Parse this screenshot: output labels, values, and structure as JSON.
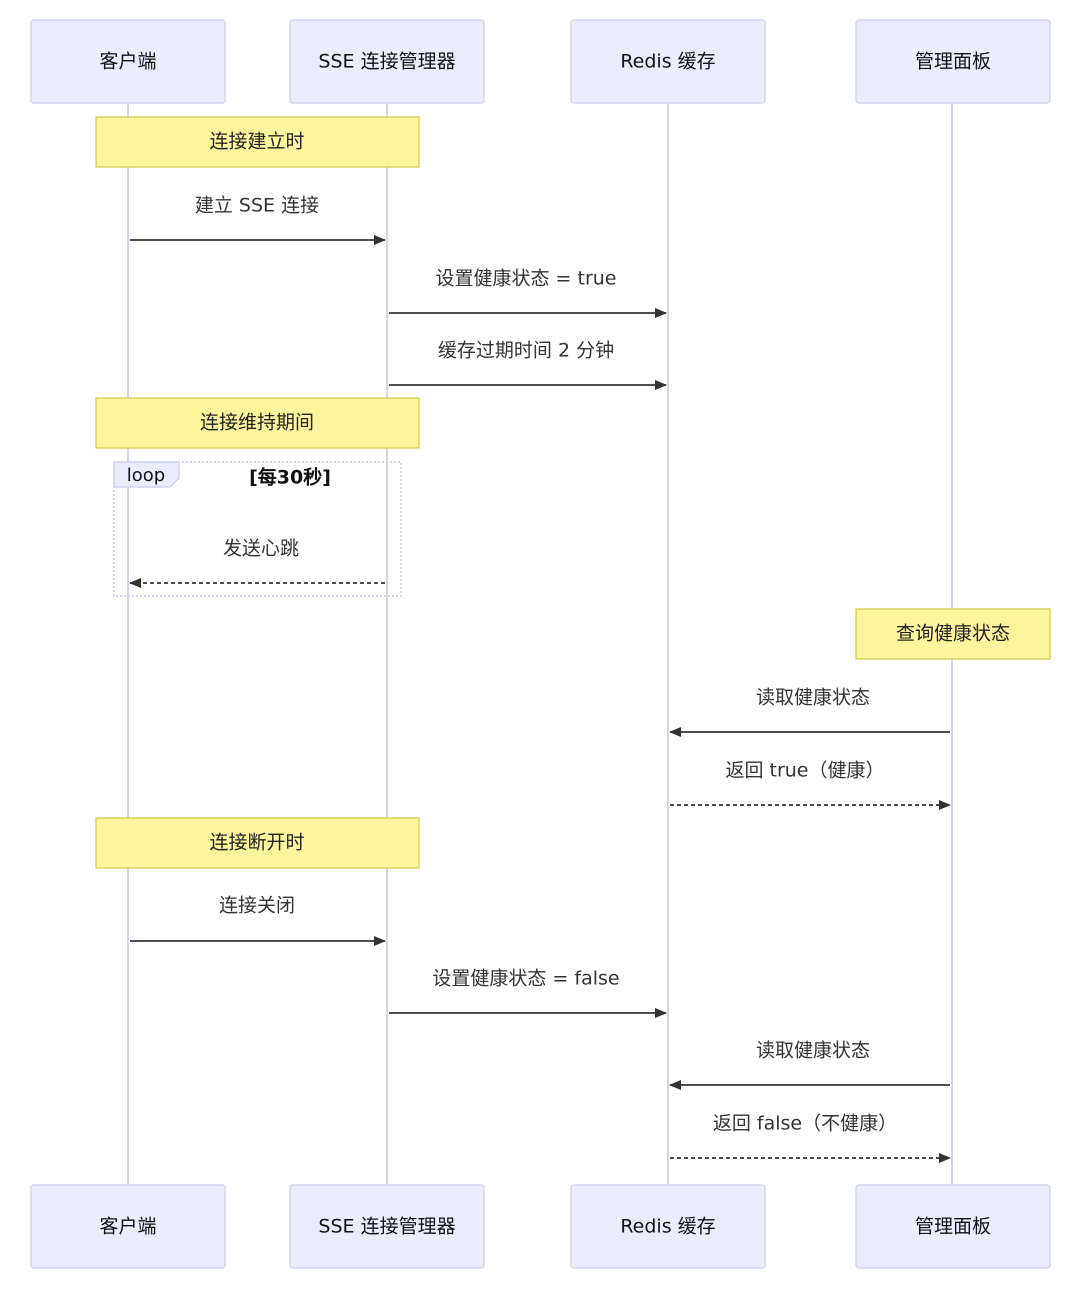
{
  "actors": [
    {
      "id": "client",
      "label": "客户端"
    },
    {
      "id": "sse",
      "label": "SSE 连接管理器"
    },
    {
      "id": "redis",
      "label": "Redis 缓存"
    },
    {
      "id": "admin",
      "label": "管理面板"
    }
  ],
  "notes": {
    "connect": "连接建立时",
    "maintain": "连接维持期间",
    "query": "查询健康状态",
    "disconnect": "连接断开时"
  },
  "loop": {
    "label": "loop",
    "condition": "[每30秒]"
  },
  "messages": {
    "establish": "建立 SSE 连接",
    "set_true": "设置健康状态 = true",
    "ttl": "缓存过期时间 2 分钟",
    "heartbeat": "发送心跳",
    "read_1": "读取健康状态",
    "return_true": "返回 true（健康）",
    "close": "连接关闭",
    "set_false": "设置健康状态 = false",
    "read_2": "读取健康状态",
    "return_false": "返回 false（不健康）"
  },
  "colors": {
    "actor_fill": "#ECECFF",
    "actor_border": "#D3D3F4",
    "note_fill": "#FFF59D",
    "line": "#333333"
  }
}
